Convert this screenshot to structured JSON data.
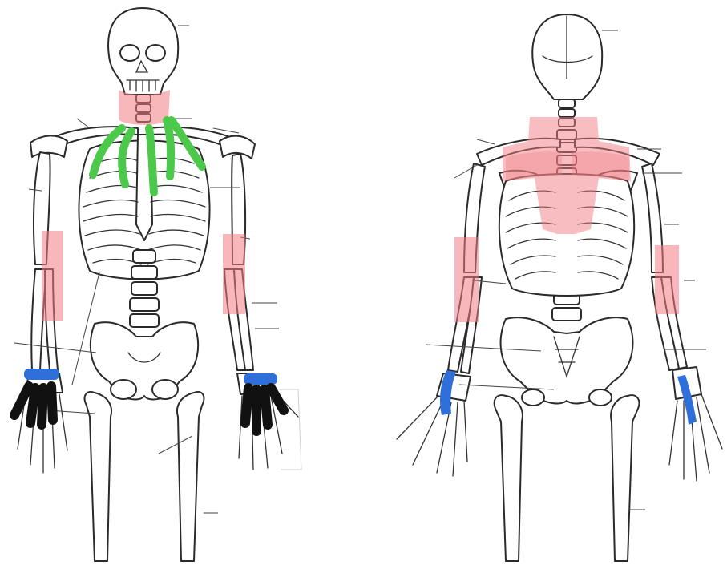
{
  "colors": {
    "pain_red": "#f07b84",
    "accent_green": "#4cc94a",
    "band_blue": "#2e6fd9",
    "finger_black": "#111111",
    "bone_stroke": "#2a2a2a",
    "background": "#ffffff"
  },
  "figures": [
    {
      "view": "anterior",
      "markings": [
        {
          "color": "red",
          "region": "neck"
        },
        {
          "color": "red",
          "region": "left-forearm"
        },
        {
          "color": "red",
          "region": "right-forearm"
        },
        {
          "color": "green",
          "region": "chest"
        },
        {
          "color": "blue",
          "region": "left-wrist"
        },
        {
          "color": "blue",
          "region": "right-wrist"
        },
        {
          "color": "black",
          "region": "left-fingers"
        },
        {
          "color": "black",
          "region": "right-fingers"
        }
      ]
    },
    {
      "view": "posterior",
      "markings": [
        {
          "color": "red",
          "region": "upper-back"
        },
        {
          "color": "red",
          "region": "left-forearm"
        },
        {
          "color": "red",
          "region": "right-forearm"
        },
        {
          "color": "blue",
          "region": "left-hand-edge"
        },
        {
          "color": "blue",
          "region": "right-hand-edge"
        }
      ]
    }
  ]
}
